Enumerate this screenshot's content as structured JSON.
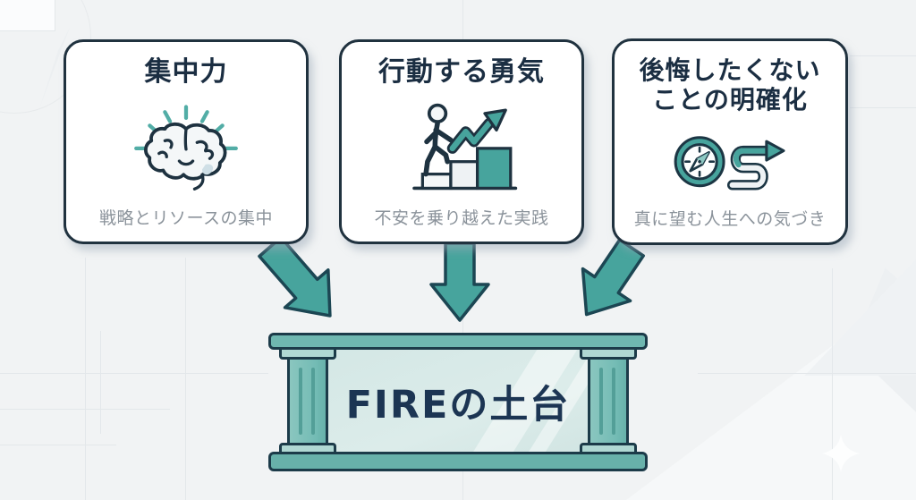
{
  "diagram": {
    "cards": [
      {
        "title": "集中力",
        "subtitle": "戦略とリソースの集中",
        "icon": "brain-rays-icon"
      },
      {
        "title": "行動する勇気",
        "subtitle": "不安を乗り越えた実践",
        "icon": "person-climbing-steps-arrow-icon"
      },
      {
        "title": "後悔したくない\nことの明確化",
        "subtitle": "真に望む人生への気づき",
        "icon": "compass-winding-arrow-icon"
      }
    ],
    "foundation": {
      "label": "FIREの土台"
    },
    "colors": {
      "accent_teal": "#47a49d",
      "outline_navy": "#1e3240",
      "title_navy": "#1b2e42",
      "subtitle_gray": "#8b939b",
      "foundation_bar": "#6fb7b0",
      "foundation_panel": "#d8e9e8",
      "background": "#f1f3f4"
    }
  }
}
